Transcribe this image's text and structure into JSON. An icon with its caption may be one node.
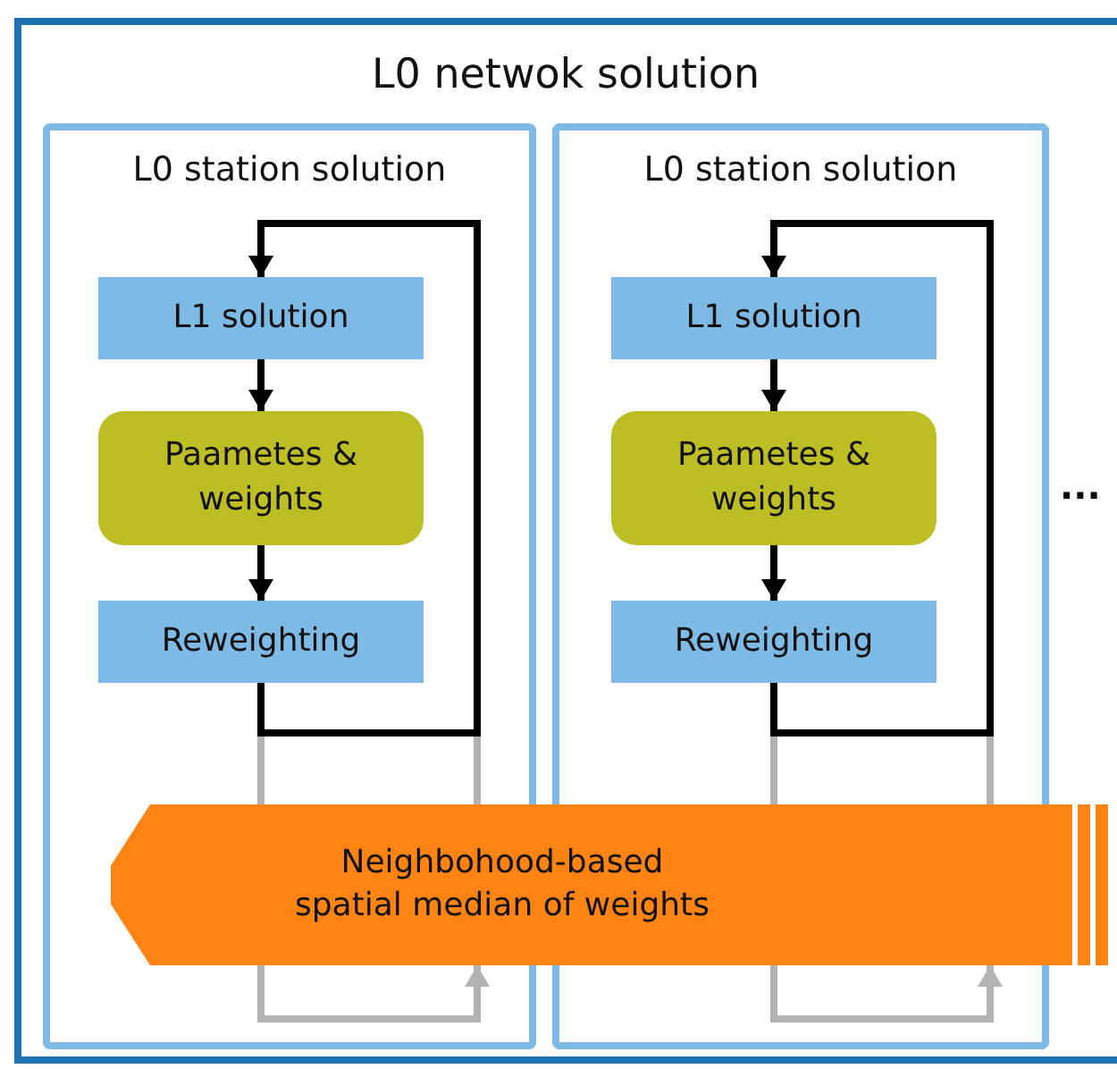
{
  "diagram": {
    "nodes": [
      {
        "text": [
          "L0 netwok solution"
        ]
      },
      {
        "text": [
          "L0 station solution"
        ],
        "in": 0
      },
      {
        "text": [
          "L1 solution"
        ],
        "in": 1
      },
      {
        "text": [
          "Paametes & weights"
        ],
        "in": 1
      },
      {
        "text": [
          "Reweighting"
        ],
        "in": 1
      },
      {
        "text": [
          "L0 station solution"
        ],
        "in": 0
      },
      {
        "text": [
          "L1 solution"
        ],
        "in": 5
      },
      {
        "text": [
          "Paametes & weights"
        ],
        "in": 5
      },
      {
        "text": [
          "Reweighting"
        ],
        "in": 5
      },
      {
        "text": [
          "Neighbohood-based spatial median of weights"
        ],
        "in": 0
      }
    ],
    "edges": [
      {
        "from": 2,
        "to": 3,
        "arrow": "to"
      },
      {
        "from": 3,
        "to": 4,
        "arrow": "to"
      },
      {
        "from": 4,
        "to": 2,
        "arrow": "to"
      },
      {
        "from": 6,
        "to": 7,
        "arrow": "to"
      },
      {
        "from": 7,
        "to": 8,
        "arrow": "to"
      },
      {
        "from": 8,
        "to": 6,
        "arrow": "to"
      },
      {
        "from": 4,
        "to": 9,
        "arrow": "to",
        "color": "#b3b3b3"
      },
      {
        "from": 9,
        "to": 2,
        "arrow": "to",
        "color": "#b3b3b3"
      },
      {
        "from": 8,
        "to": 9,
        "arrow": "to",
        "color": "#b3b3b3"
      },
      {
        "from": 9,
        "to": 6,
        "arrow": "to",
        "color": "#b3b3b3"
      }
    ],
    "labels": [
      "..."
    ]
  }
}
